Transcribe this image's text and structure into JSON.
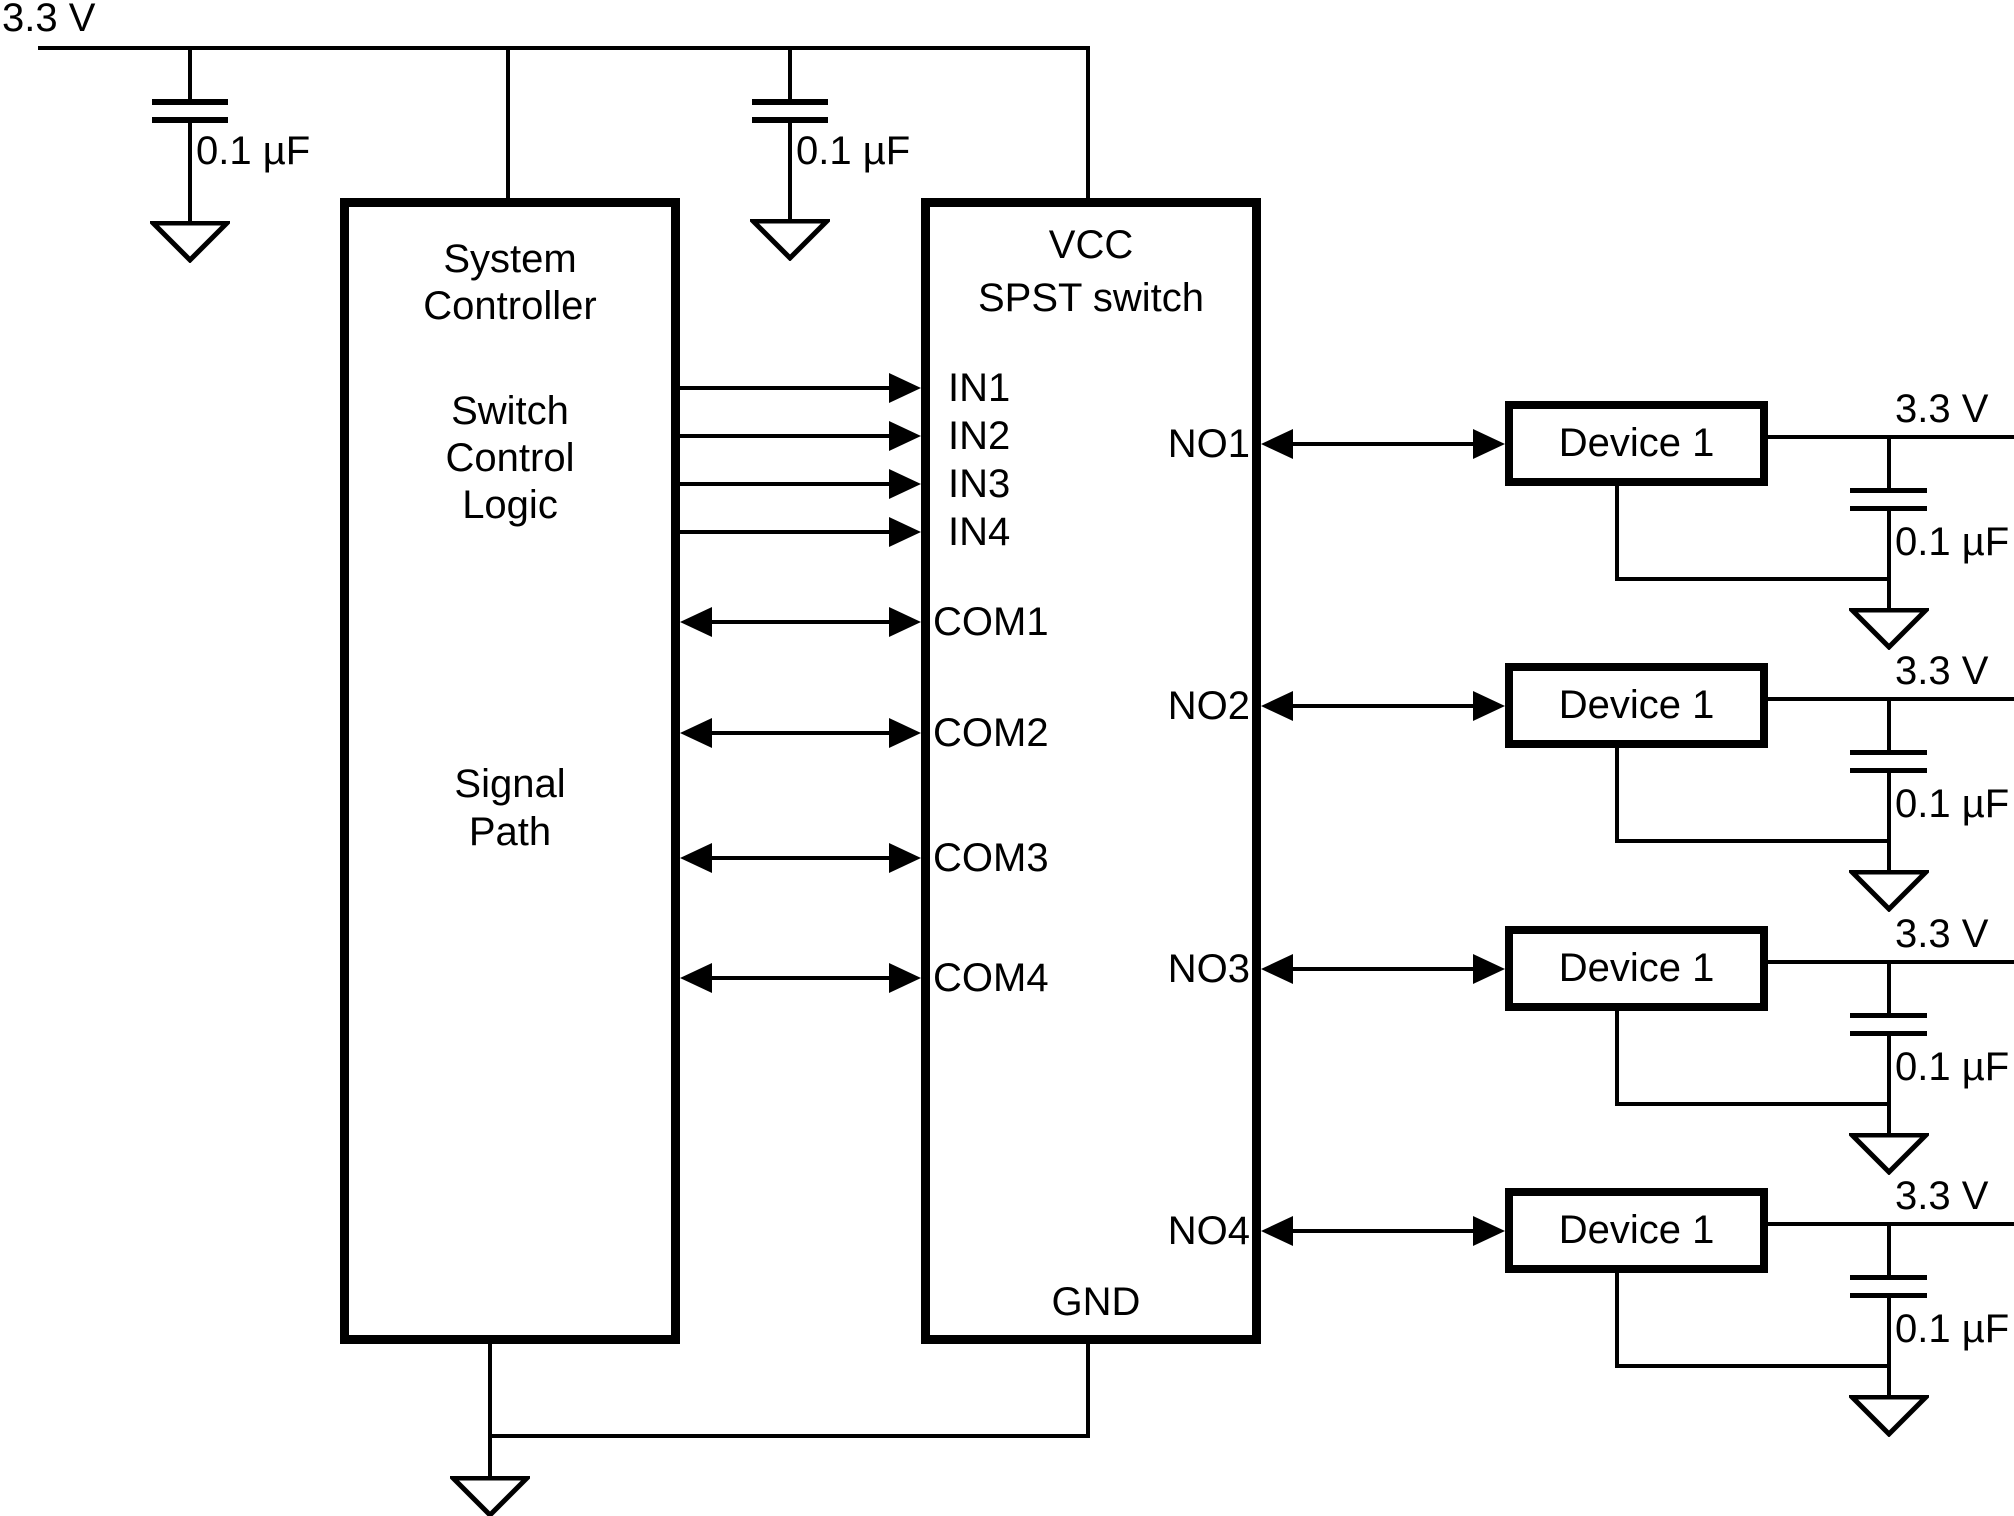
{
  "power": {
    "rail_label": "3.3 V",
    "decap_left": "0.1 µF",
    "decap_mid": "0.1 µF"
  },
  "system_controller": {
    "title": [
      "System",
      "Controller"
    ],
    "control_logic": [
      "Switch",
      "Control",
      "Logic"
    ],
    "signal_path": [
      "Signal",
      "Path"
    ]
  },
  "spst_switch": {
    "title": [
      "VCC",
      "SPST switch"
    ],
    "inputs": [
      "IN1",
      "IN2",
      "IN3",
      "IN4"
    ],
    "commons": [
      "COM1",
      "COM2",
      "COM3",
      "COM4"
    ],
    "outputs": [
      "NO1",
      "NO2",
      "NO3",
      "NO4"
    ],
    "ground_pin": "GND"
  },
  "device_rows": [
    {
      "device": "Device 1",
      "supply": "3.3 V",
      "cap": "0.1 µF"
    },
    {
      "device": "Device 1",
      "supply": "3.3 V",
      "cap": "0.1 µF"
    },
    {
      "device": "Device 1",
      "supply": "3.3 V",
      "cap": "0.1 µF"
    },
    {
      "device": "Device 1",
      "supply": "3.3 V",
      "cap": "0.1 µF"
    }
  ]
}
